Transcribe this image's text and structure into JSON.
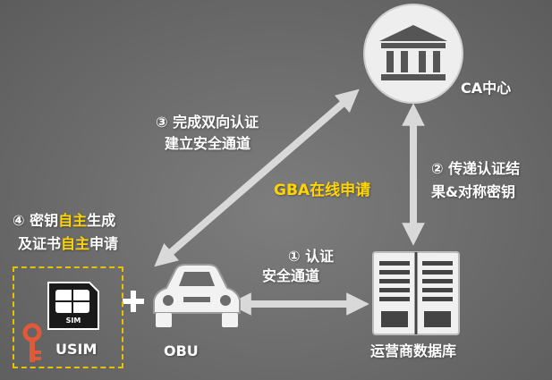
{
  "nodes": {
    "ca": {
      "label": "CA中心",
      "icon": "bank-building-icon"
    },
    "database": {
      "label": "运营商数据库",
      "icon": "server-database-icon"
    },
    "obu": {
      "label": "OBU",
      "icon": "car-icon"
    },
    "usim": {
      "label": "USIM",
      "icon": "sim-card-icon",
      "chip_text": "SIM",
      "key_icon": "key-icon"
    },
    "plus": "+"
  },
  "edges": {
    "step1": {
      "line1": "① 认证",
      "line2": "安全通道"
    },
    "step2": {
      "line1": "② 传递认证结",
      "line2": "果&对称密钥"
    },
    "step3": {
      "line1": "③ 完成双向认证",
      "line2": "建立安全通道"
    },
    "step4": {
      "line1_a": "④ 密钥",
      "line1_b": "自主",
      "line1_c": "生成",
      "line2_a": "及证书",
      "line2_b": "自主",
      "line2_c": "申请"
    }
  },
  "center_label": "GBA在线申请",
  "colors": {
    "background": "#6b6b6b",
    "text": "#ffffff",
    "highlight": "#ffd400",
    "arrow": "#d9d9d9",
    "dashed_border": "#e8c200",
    "key": "#e05a3a"
  }
}
